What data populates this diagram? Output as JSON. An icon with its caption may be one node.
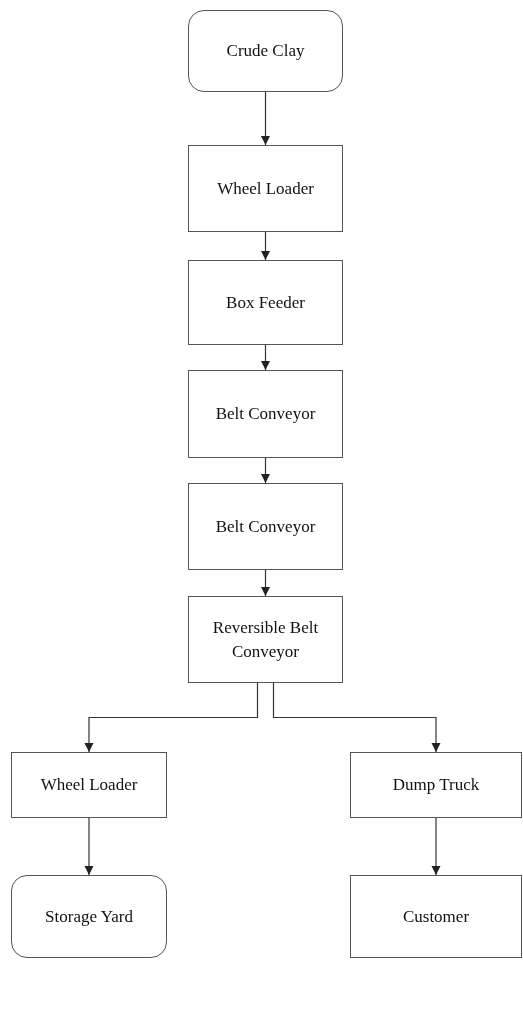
{
  "diagram": {
    "nodes": [
      {
        "text": [
          "Crude Clay"
        ]
      },
      {
        "text": [
          "Wheel Loader"
        ]
      },
      {
        "text": [
          "Box Feeder"
        ]
      },
      {
        "text": [
          "Belt Conveyor"
        ]
      },
      {
        "text": [
          "Belt Conveyor"
        ]
      },
      {
        "text": [
          "Reversible Belt Conveyor"
        ]
      },
      {
        "text": [
          "Wheel Loader"
        ]
      },
      {
        "text": [
          "Dump Truck"
        ]
      },
      {
        "text": [
          "Storage Yard"
        ]
      },
      {
        "text": [
          "Customer"
        ]
      }
    ],
    "edges": [
      {
        "from": 0,
        "to": 1,
        "arrow": "to"
      },
      {
        "from": 1,
        "to": 2,
        "arrow": "to"
      },
      {
        "from": 2,
        "to": 3,
        "arrow": "to"
      },
      {
        "from": 3,
        "to": 4,
        "arrow": "to"
      },
      {
        "from": 4,
        "to": 5,
        "arrow": "to"
      },
      {
        "from": 5,
        "to": 6,
        "arrow": "to"
      },
      {
        "from": 5,
        "to": 7,
        "arrow": "to"
      },
      {
        "from": 6,
        "to": 8,
        "arrow": "to"
      },
      {
        "from": 7,
        "to": 9,
        "arrow": "to"
      }
    ]
  }
}
